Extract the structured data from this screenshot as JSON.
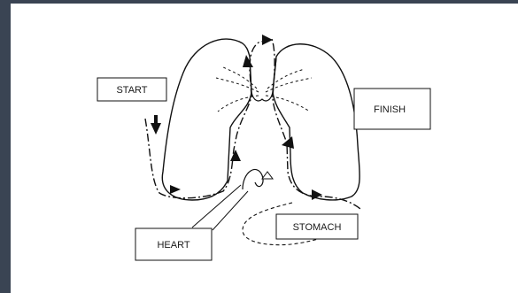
{
  "diagram": {
    "labels": {
      "start": "START",
      "finish": "FINISH",
      "heart": "HEART",
      "stomach": "STOMACH"
    }
  }
}
